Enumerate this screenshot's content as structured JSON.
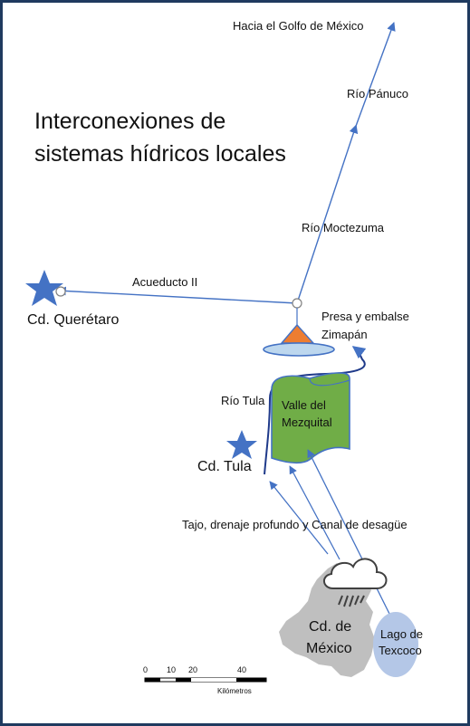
{
  "title_line1": "Interconexiones de",
  "title_line2": "sistemas hídricos locales",
  "labels": {
    "gulf": "Hacia el Golfo de México",
    "panuco": "Río  Pánuco",
    "moctezuma": "Río  Moctezuma",
    "acueducto": "Acueducto II",
    "queretaro": "Cd. Querétaro",
    "presa_1": "Presa y embalse",
    "presa_2": "Zimapán",
    "rio_tula": "Río Tula",
    "valle_1": "Valle del",
    "valle_2": "Mezquital",
    "tula": "Cd. Tula",
    "tajo": "Tajo, drenaje profundo y Canal de desagüe",
    "cdmx_1": "Cd. de",
    "cdmx_2": "México",
    "texcoco_1": "Lago de",
    "texcoco_2": "Texcoco"
  },
  "scale_bar": {
    "ticks": [
      "0",
      "10",
      "20",
      "40"
    ],
    "unit": "Kilómetros"
  },
  "colors": {
    "line_blue": "#4472c4",
    "star_blue": "#4472c4",
    "valle_green": "#70ad47",
    "dam_orange": "#ed7d31",
    "reservoir_blue": "#bdd7ee",
    "lake_blue": "#b4c7e7",
    "cdmx_gray": "#bfbfbf",
    "frame": "#1f3a5f"
  },
  "icons": [
    "star-icon",
    "cloud-rain-icon",
    "triangle-dam-icon"
  ]
}
